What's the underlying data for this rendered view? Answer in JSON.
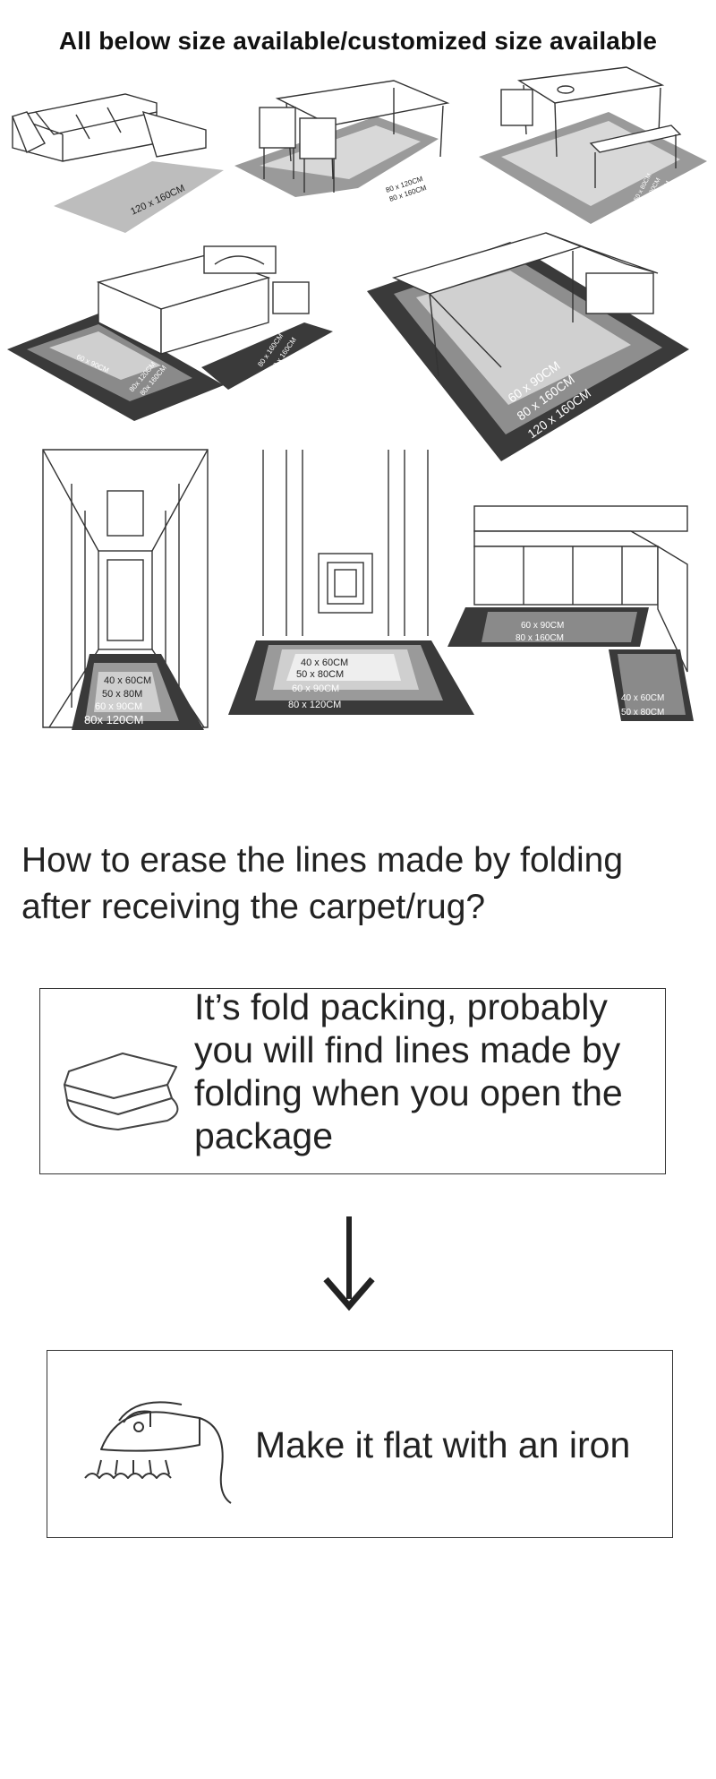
{
  "heading": "All below size available/customized size available",
  "scenes": {
    "sofa": {
      "size": "120 x 160CM"
    },
    "dining": {
      "sizes": [
        "80 x 120CM",
        "80 x 160CM"
      ]
    },
    "dining_bench": {
      "sizes": [
        "50 x 80CM",
        "60 x 90CM",
        "80x 120CM"
      ]
    },
    "bedroom": {
      "sizes_left": [
        "60 x 90CM",
        "80x 120CM",
        "80x 160CM"
      ],
      "sizes_right": [
        "80 x 160CM",
        "120 x 160CM"
      ]
    },
    "office": {
      "sizes": [
        "60 x 90CM",
        "80 x 160CM",
        "120 x 160CM"
      ]
    },
    "hallway": {
      "sizes": [
        "40 x 60CM",
        "50 x 80M",
        "60 x 90CM",
        "80x 120CM"
      ]
    },
    "entrance": {
      "sizes": [
        "40 x 60CM",
        "50 x 80CM",
        "60 x 90CM",
        "80 x 120CM"
      ]
    },
    "kitchen": {
      "sizes_top": [
        "60 x 90CM",
        "80 x 160CM"
      ],
      "sizes_side": [
        "40 x 60CM",
        "50 x 80CM"
      ]
    }
  },
  "question": "How to erase the lines made by folding after receiving the carpet/rug?",
  "fold_note": "It’s fold packing, probably you will find lines made by folding when you open the package",
  "arrow_icon": "arrow-down-icon",
  "iron_note": "Make it flat with an iron"
}
